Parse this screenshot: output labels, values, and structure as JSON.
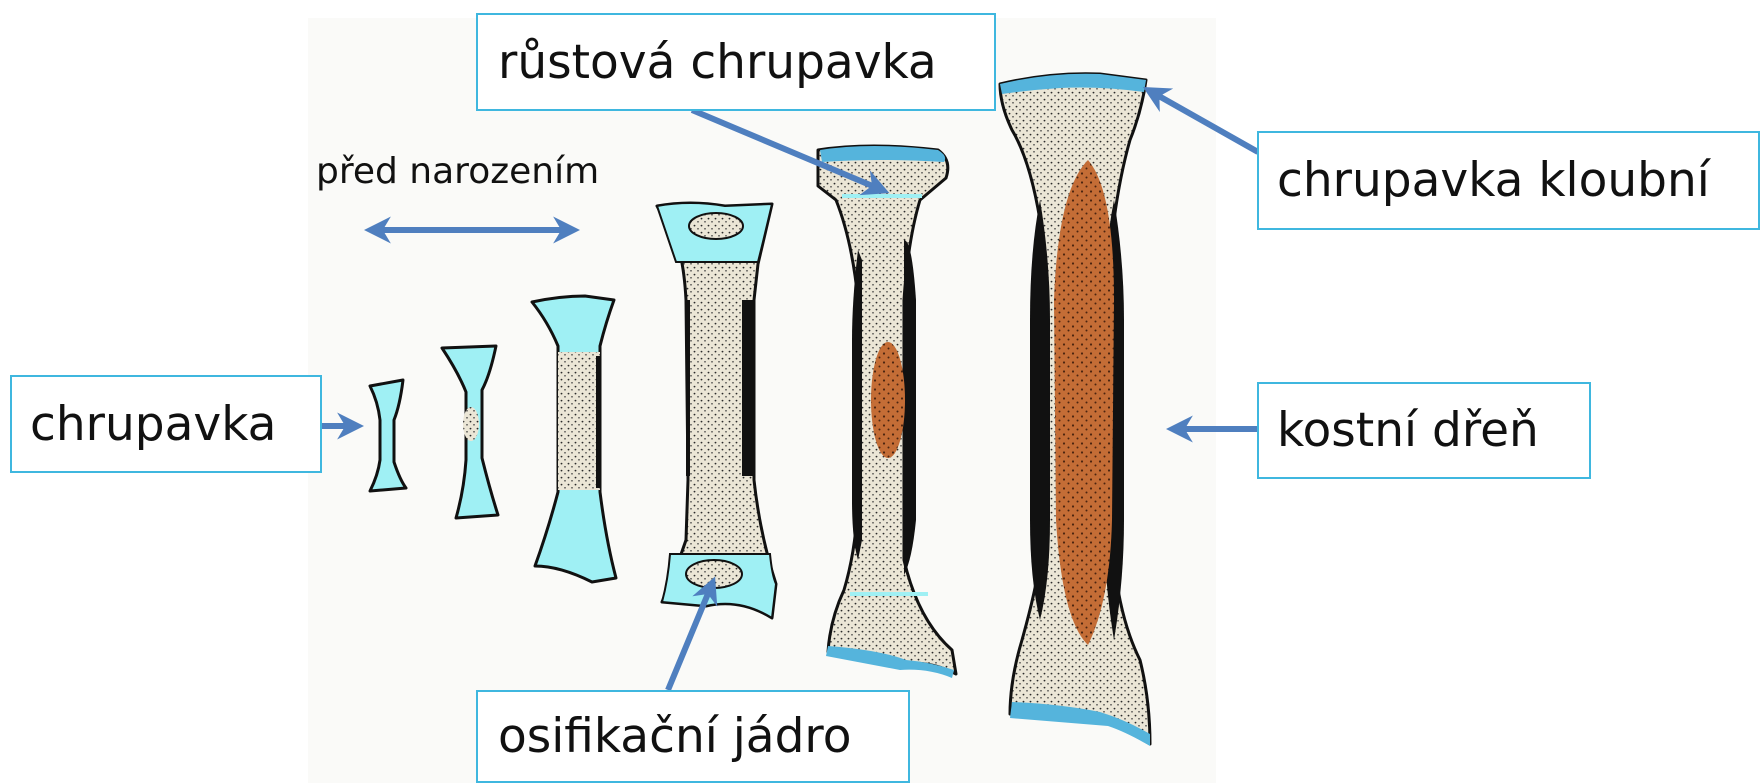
{
  "labels": {
    "rustova_chrupavka": "růstová chrupavka",
    "pred_narozenim": "před narozením",
    "chrupavka_kloubni": "chrupavka kloubní",
    "chrupavka": "chrupavka",
    "kostni_dren": "kostní dřeň",
    "osifikacni_jadro": "osifikační jádro"
  },
  "colors": {
    "cartilage": "#9ff0f4",
    "growth_cartilage": "#55b4dc",
    "bone": "#e6e1cf",
    "marrow": "#c46d36",
    "arrow": "#4f7fbf",
    "box_border": "#3fb7df"
  }
}
